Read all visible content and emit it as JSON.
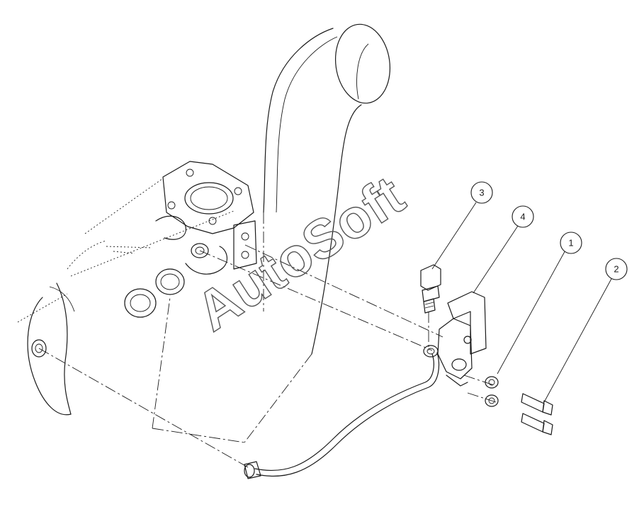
{
  "watermark": "AutoSoft",
  "callouts": [
    {
      "id": "callout-3",
      "label": "3"
    },
    {
      "id": "callout-4",
      "label": "4"
    },
    {
      "id": "callout-1",
      "label": "1"
    },
    {
      "id": "callout-2",
      "label": "2"
    }
  ],
  "colors": {
    "line": "#1a1a1a",
    "background": "#ffffff"
  }
}
